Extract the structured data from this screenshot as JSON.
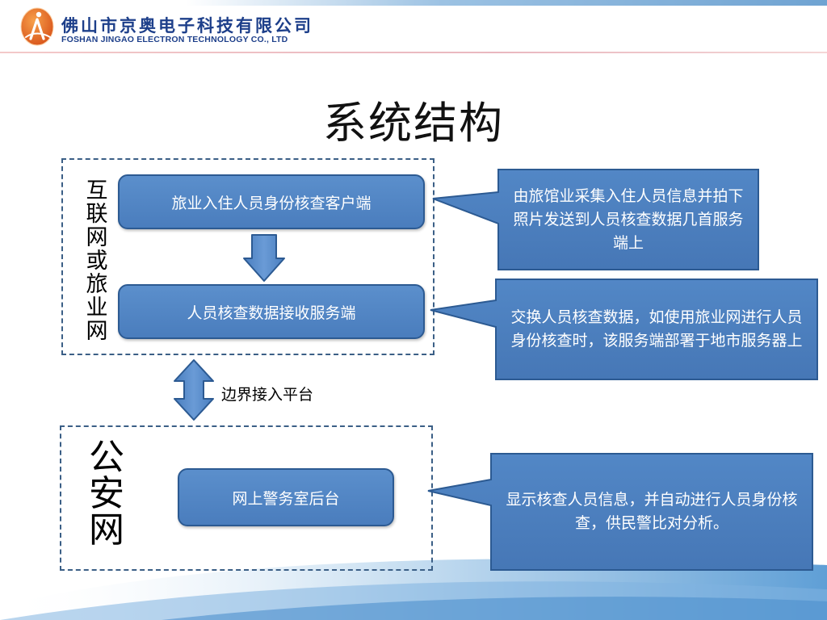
{
  "company": {
    "name_cn": "佛山市京奥电子科技有限公司",
    "name_en": "FOSHAN JINGAO ELECTRON TECHNOLOGY CO., LTD",
    "logo_icon": "jingao-logo-icon"
  },
  "title": "系统结构",
  "zones": {
    "internet": {
      "label_chars": [
        "互",
        "联",
        "网",
        "或",
        "旅",
        "业",
        "网"
      ]
    },
    "police": {
      "label_chars": [
        "公",
        "安",
        "网"
      ]
    }
  },
  "nodes": {
    "client": "旅业入住人员身份核查客户端",
    "server": "人员核查数据接收服务端",
    "police": "网上警务室后台"
  },
  "bridge_label": "边界接入平台",
  "callouts": [
    "由旅馆业采集入住人员信息并拍下照片发送到人员核查数据几首服务端上",
    "交换人员核查数据，如使用旅业网进行人员身份核查时，该服务端部署于地市服务器上",
    "显示核查人员信息，并自动进行人员身份核查，供民警比对分析。"
  ],
  "colors": {
    "node_fill": "#4f83c2",
    "callout_fill": "#4a7ebf",
    "border": "#2c5a92",
    "company_text": "#1d3f8a"
  }
}
